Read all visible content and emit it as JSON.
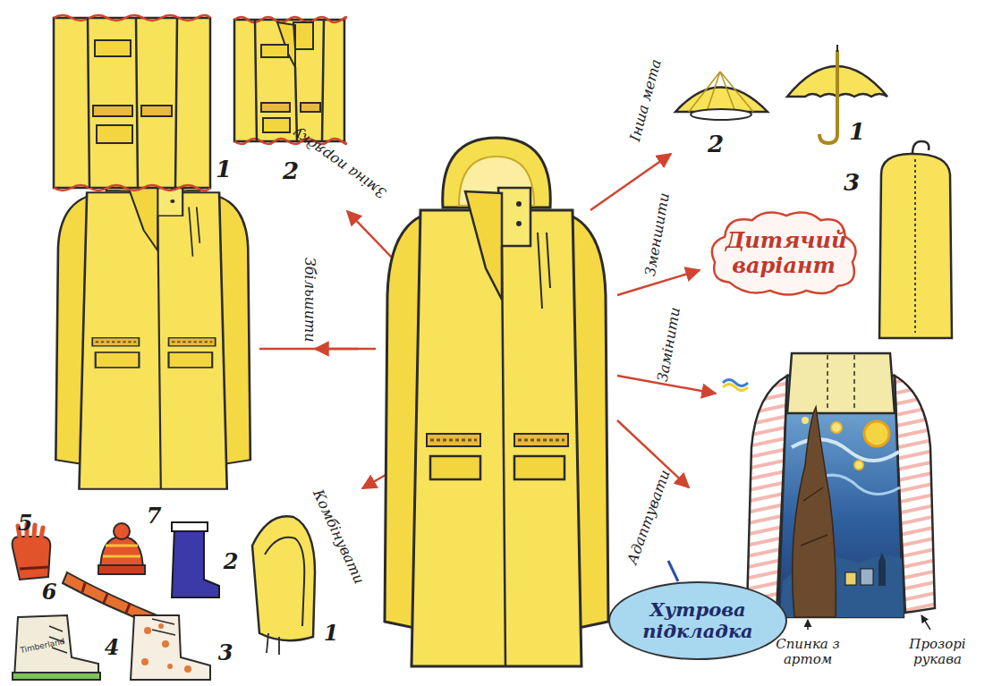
{
  "diagram": {
    "nodes": [
      {
        "text": [
          "Дитячий варіант"
        ]
      },
      {
        "text": [
          "Хутрова підкладка"
        ]
      }
    ],
    "labels": [
      "Зміна порядку",
      "1",
      "2",
      "Збільшити",
      "Комбінувати",
      "5",
      "7",
      "6",
      "2",
      "4",
      "3",
      "1",
      "Timberland",
      "Інша мета",
      "2",
      "1",
      "3",
      "Зменшити",
      "Замінити",
      "Адаптувати",
      "Спинка з артом",
      "Прозорі рукава"
    ]
  }
}
